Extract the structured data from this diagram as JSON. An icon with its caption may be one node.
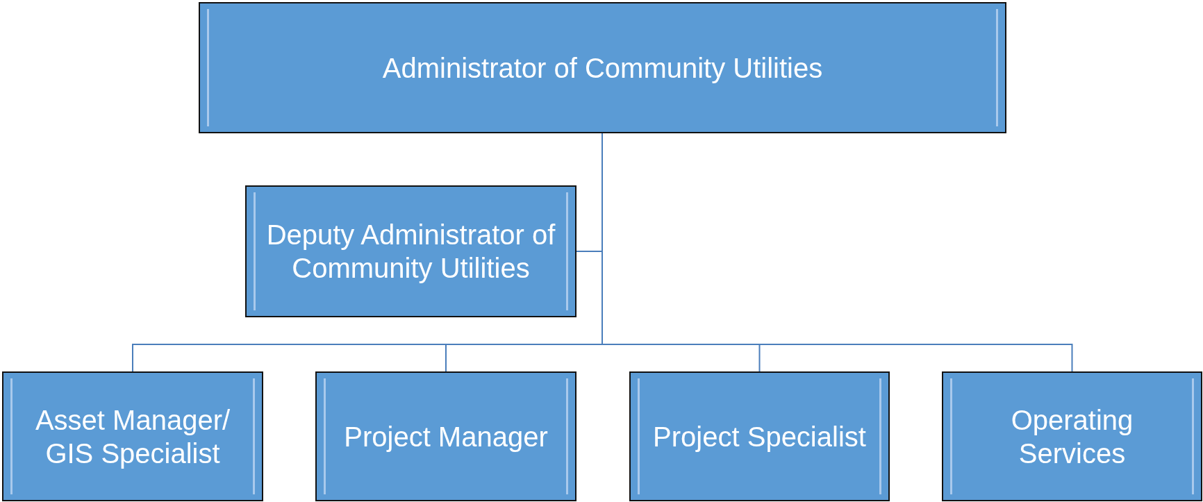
{
  "diagram": {
    "nodes": [
      {
        "text": [
          "Administrator of Community Utilities"
        ]
      },
      {
        "text": [
          "Deputy Administrator of Community Utilities"
        ]
      },
      {
        "text": [
          "Asset Manager/ GIS Specialist"
        ]
      },
      {
        "text": [
          "Project Manager"
        ]
      },
      {
        "text": [
          "Project Specialist"
        ]
      },
      {
        "text": [
          "Operating Services"
        ]
      }
    ],
    "edges": [
      {
        "from": 0,
        "to": 1,
        "arrow": "none"
      },
      {
        "from": 0,
        "to": 2,
        "arrow": "none"
      },
      {
        "from": 0,
        "to": 3,
        "arrow": "none"
      },
      {
        "from": 0,
        "to": 4,
        "arrow": "none"
      },
      {
        "from": 0,
        "to": 5,
        "arrow": "none"
      }
    ]
  }
}
